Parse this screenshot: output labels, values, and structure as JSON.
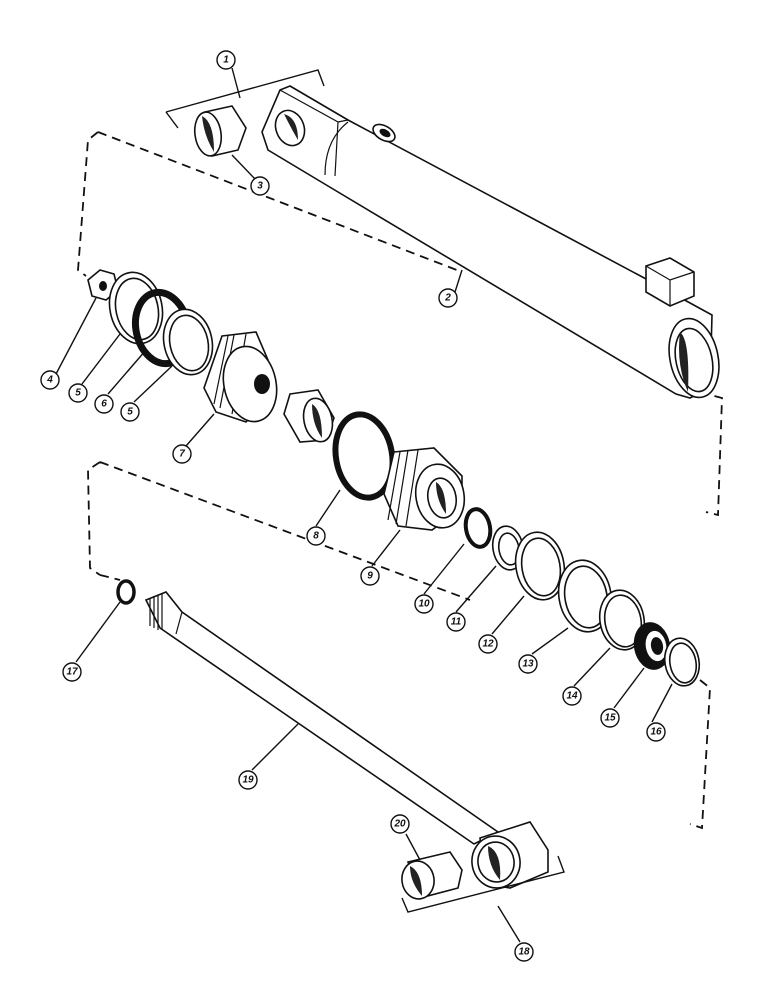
{
  "callouts": [
    {
      "id": "1",
      "label": "1"
    },
    {
      "id": "2",
      "label": "2"
    },
    {
      "id": "3",
      "label": "3"
    },
    {
      "id": "4",
      "label": "4"
    },
    {
      "id": "5a",
      "label": "5"
    },
    {
      "id": "5b",
      "label": "5"
    },
    {
      "id": "6",
      "label": "6"
    },
    {
      "id": "7",
      "label": "7"
    },
    {
      "id": "8",
      "label": "8"
    },
    {
      "id": "9",
      "label": "9"
    },
    {
      "id": "10",
      "label": "10"
    },
    {
      "id": "11",
      "label": "11"
    },
    {
      "id": "12",
      "label": "12"
    },
    {
      "id": "13",
      "label": "13"
    },
    {
      "id": "14",
      "label": "14"
    },
    {
      "id": "15",
      "label": "15"
    },
    {
      "id": "16",
      "label": "16"
    },
    {
      "id": "17",
      "label": "17"
    },
    {
      "id": "18",
      "label": "18"
    },
    {
      "id": "19",
      "label": "19"
    },
    {
      "id": "20",
      "label": "20"
    }
  ]
}
